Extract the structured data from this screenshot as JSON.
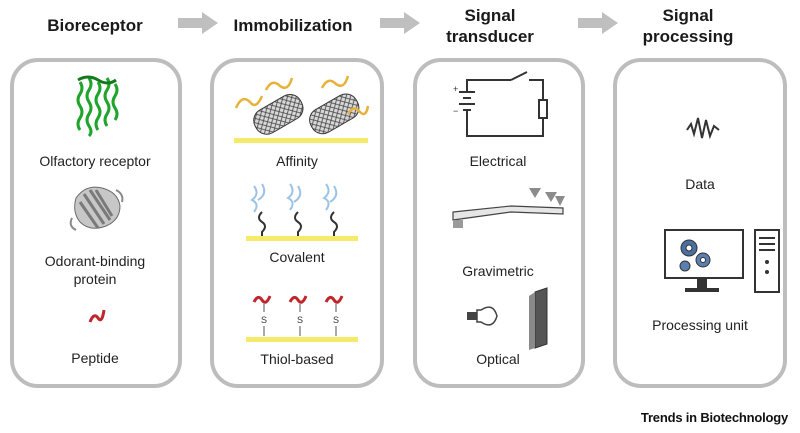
{
  "headers": {
    "bioreceptor": "Bioreceptor",
    "immobilization": "Immobilization",
    "signal_transducer": [
      "Signal",
      "transducer"
    ],
    "signal_processing": [
      "Signal",
      "processing"
    ]
  },
  "bioreceptor": {
    "items": [
      "Olfactory receptor",
      "Odorant-binding",
      "protein",
      "Peptide"
    ]
  },
  "immobilization": {
    "items": [
      "Affinity",
      "Covalent",
      "Thiol-based"
    ],
    "thiol_labels": [
      "S",
      "S",
      "S"
    ]
  },
  "transducer": {
    "items": [
      "Electrical",
      "Gravimetric",
      "Optical"
    ],
    "battery_plus": "+",
    "battery_minus": "−"
  },
  "processing": {
    "items": [
      "Data",
      "Processing unit"
    ]
  },
  "footer": "Trends in Biotechnology",
  "colors": {
    "panel_border": "#bdbdbd",
    "arrow": "#bfbfbf",
    "surface": "#f5ea6a",
    "receptor_green": "#1fa52b",
    "affinity_gold": "#e8b23a",
    "covalent_blue": "#9cc3e6",
    "peptide_red": "#c0272d"
  }
}
